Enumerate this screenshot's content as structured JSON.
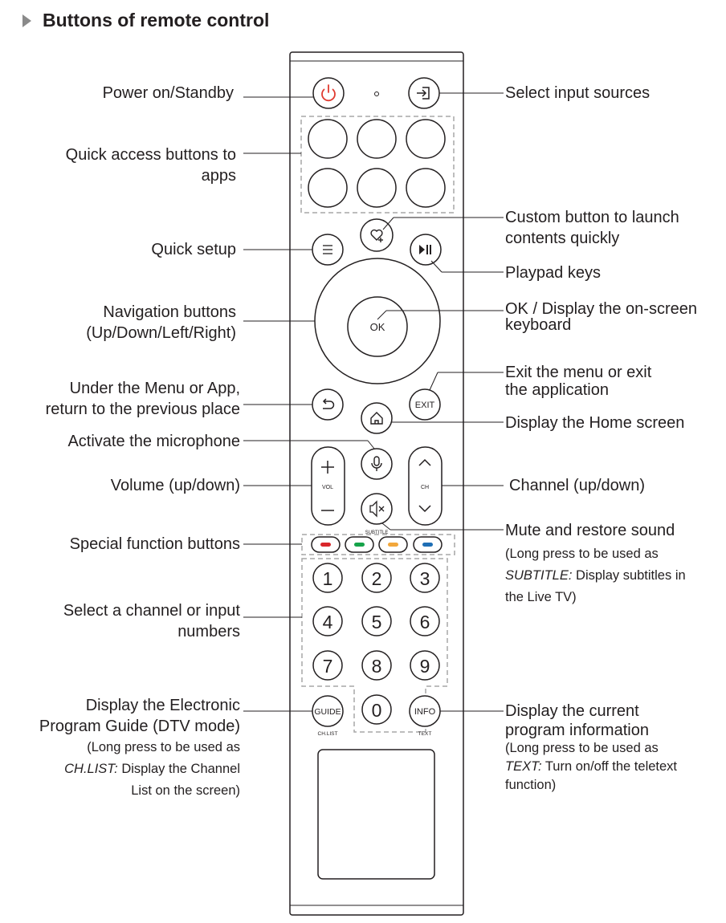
{
  "heading": "Buttons of remote control",
  "colors": {
    "text": "#231f20",
    "power": "#e03a2f",
    "red_key": "#d9262b",
    "green_key": "#16a34a",
    "yellow_key": "#f2a73b",
    "blue_key": "#1f6fb5",
    "triangle": "#8a8a8a"
  },
  "remote": {
    "ok": "OK",
    "exit": "EXIT",
    "vol": "VOL",
    "ch": "CH",
    "subtitle": "SUBTITLE",
    "guide": "GUIDE",
    "chlist": "CH.LIST",
    "info": "INFO",
    "text": "TEXT",
    "digits": [
      "1",
      "2",
      "3",
      "4",
      "5",
      "6",
      "7",
      "8",
      "9",
      "0"
    ]
  },
  "labels": {
    "power": "Power on/Standby",
    "input": "Select input sources",
    "quick_access_1": "Quick access buttons to",
    "quick_access_2": "apps",
    "custom_1": "Custom button to launch",
    "custom_2": "contents quickly",
    "quick_setup": "Quick setup",
    "playpad": "Playpad keys",
    "nav_1": "Navigation buttons",
    "nav_2": "(Up/Down/Left/Right)",
    "ok_1": "OK / Display the on-screen",
    "ok_2": "keyboard",
    "back_1": "Under the Menu or App,",
    "back_2": "return to the previous place",
    "exit_1": "Exit the menu or exit",
    "exit_2": "the application",
    "home": "Display the Home screen",
    "mic": "Activate the microphone",
    "volume": "Volume (up/down)",
    "channel": "Channel (up/down)",
    "mute": "Mute and restore sound",
    "mute_note_1": "(Long press to be used as",
    "mute_note_2_em": "SUBTITLE:",
    "mute_note_2": " Display subtitles in",
    "mute_note_3": "the Live TV)",
    "special": "Special function buttons",
    "numbers_1": "Select a channel or input",
    "numbers_2": "numbers",
    "guide_1": "Display the Electronic",
    "guide_2": "Program Guide (DTV mode)",
    "guide_note_1": "(Long press to be used as",
    "guide_note_2_em": "CH.LIST:",
    "guide_note_2": " Display the Channel",
    "guide_note_3": "List on the screen)",
    "info_1": "Display the current",
    "info_2": "program information",
    "info_note_1": "(Long press to be used as",
    "info_note_2_em": "TEXT:",
    "info_note_2": " Turn on/off the teletext",
    "info_note_3": "function)"
  }
}
